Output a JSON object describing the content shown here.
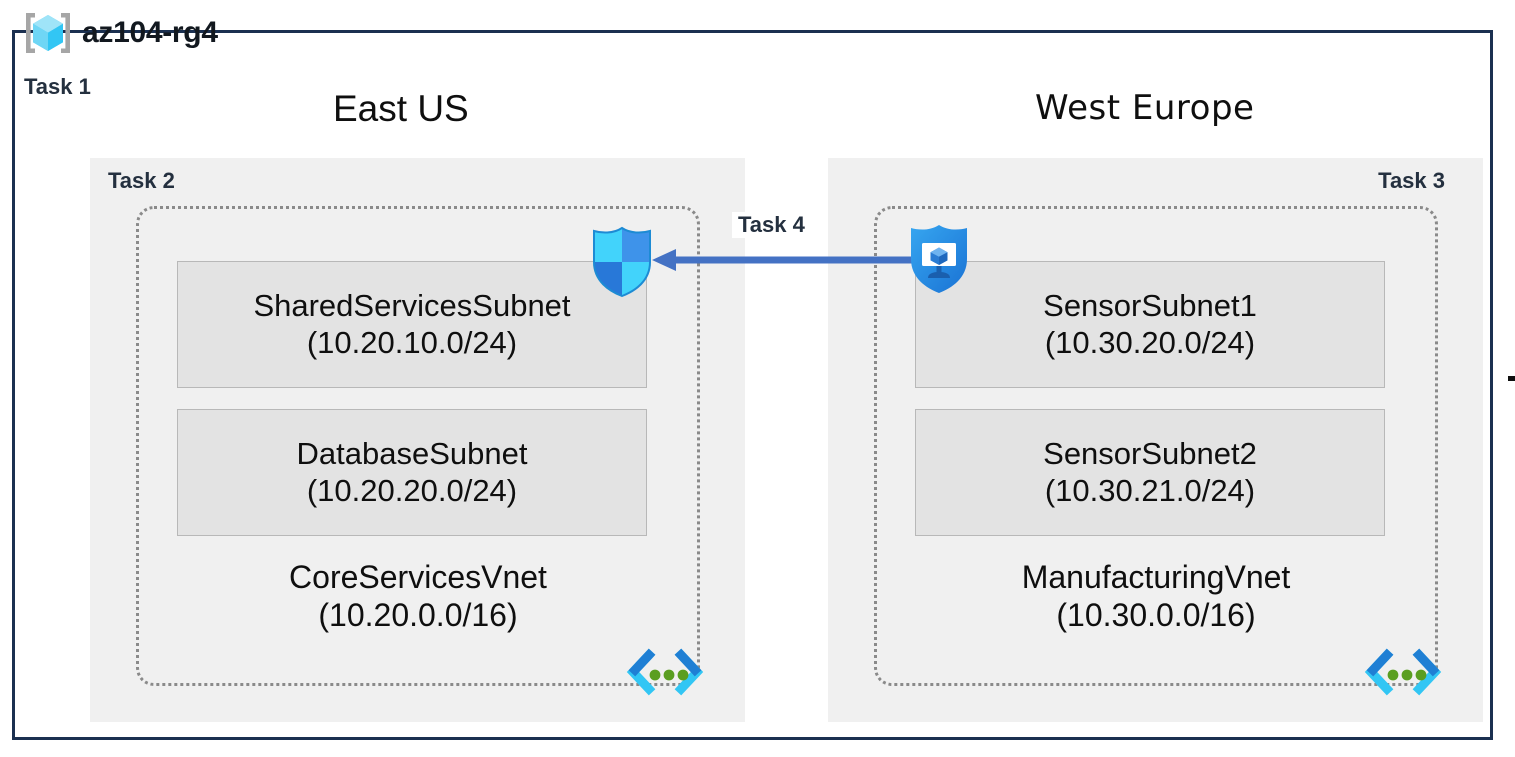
{
  "resource_group": {
    "name": "az104-rg4",
    "icon": "resource-group-cube-icon",
    "task_label": "Task 1"
  },
  "regions": [
    {
      "id": "east-us",
      "title": "East US",
      "task_label": "Task 2",
      "vnet": {
        "name": "CoreServicesVnet",
        "cidr": "(10.20.0.0/16)",
        "icon": "virtual-network-icon",
        "subnets": [
          {
            "name": "SharedServicesSubnet",
            "cidr": "(10.20.10.0/24)"
          },
          {
            "name": "DatabaseSubnet",
            "cidr": "(10.20.20.0/24)"
          }
        ]
      }
    },
    {
      "id": "west-europe",
      "title": "West Europe",
      "task_label": "Task 3",
      "vnet": {
        "name": "ManufacturingVnet",
        "cidr": "(10.30.0.0/16)",
        "icon": "virtual-network-icon",
        "subnets": [
          {
            "name": "SensorSubnet1",
            "cidr": "(10.30.20.0/24)"
          },
          {
            "name": "SensorSubnet2",
            "cidr": "(10.30.21.0/24)"
          }
        ]
      }
    }
  ],
  "icons": {
    "firewall": "azure-firewall-shield-icon",
    "bastion": "azure-bastion-shield-icon"
  },
  "connection": {
    "task_label": "Task 4",
    "direction": "right-to-left",
    "name": "vnet-peering-arrow"
  },
  "colors": {
    "frame_navy": "#1b3050",
    "region_panel_gray": "#f0f0f0",
    "subnet_gray": "#e3e3e3",
    "arrow_blue": "#4472c4",
    "azure_cyan": "#32bdef",
    "azure_blue": "#1f8fe5",
    "vnet_dot_green": "#5a9e20",
    "task_text": "#24303f"
  }
}
